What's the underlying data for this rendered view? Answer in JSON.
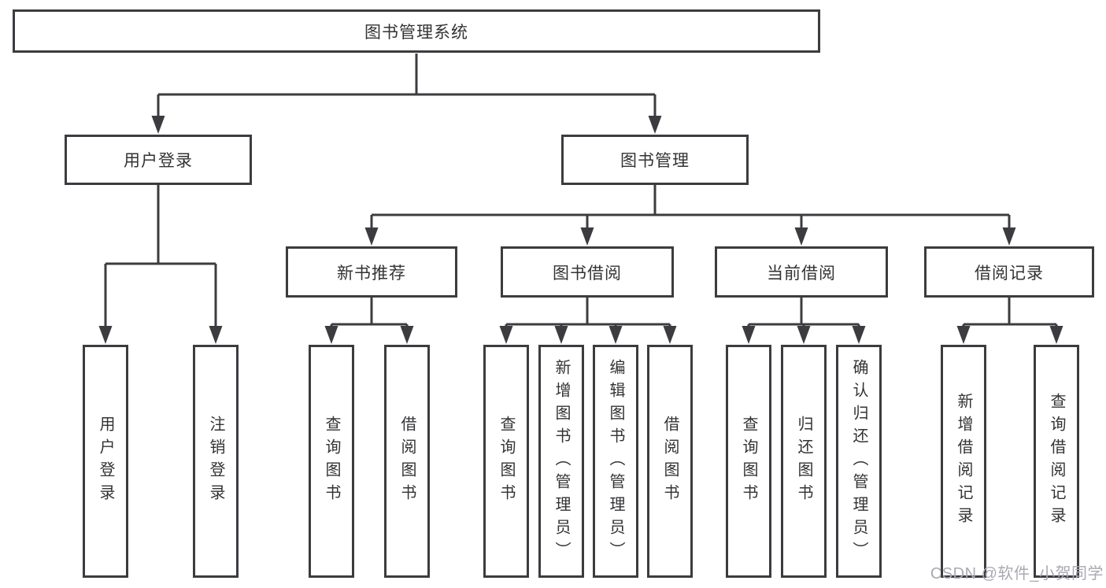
{
  "diagram": {
    "type": "tree",
    "line_color": "#3c3c40",
    "text_color": "#333336",
    "box_background": "#ffffff"
  },
  "nodes": {
    "root": {
      "label": "图书管理系统"
    },
    "user_login": {
      "label": "用户登录"
    },
    "book_mgmt": {
      "label": "图书管理"
    },
    "new_book_rec": {
      "label": "新书推荐"
    },
    "book_borrow": {
      "label": "图书借阅"
    },
    "current_borrow": {
      "label": "当前借阅"
    },
    "borrow_records": {
      "label": "借阅记录"
    },
    "leaf_user_login": {
      "label": "用户登录"
    },
    "leaf_logout": {
      "label": "注销登录"
    },
    "leaf_rec_query": {
      "label": "查询图书"
    },
    "leaf_rec_borrow": {
      "label": "借阅图书"
    },
    "leaf_bb_query": {
      "label": "查询图书"
    },
    "leaf_bb_add": {
      "label": "新增图书（管理员）"
    },
    "leaf_bb_edit": {
      "label": "编辑图书（管理员）"
    },
    "leaf_bb_borrow": {
      "label": "借阅图书"
    },
    "leaf_cb_query": {
      "label": "查询图书"
    },
    "leaf_cb_return": {
      "label": "归还图书"
    },
    "leaf_cb_confirm": {
      "label": "确认归还（管理员）"
    },
    "leaf_br_add": {
      "label": "新增借阅记录"
    },
    "leaf_br_query": {
      "label": "查询借阅记录"
    }
  },
  "hierarchy": {
    "root": [
      "user_login",
      "book_mgmt"
    ],
    "user_login": [
      "leaf_user_login",
      "leaf_logout"
    ],
    "book_mgmt": [
      "new_book_rec",
      "book_borrow",
      "current_borrow",
      "borrow_records"
    ],
    "new_book_rec": [
      "leaf_rec_query",
      "leaf_rec_borrow"
    ],
    "book_borrow": [
      "leaf_bb_query",
      "leaf_bb_add",
      "leaf_bb_edit",
      "leaf_bb_borrow"
    ],
    "current_borrow": [
      "leaf_cb_query",
      "leaf_cb_return",
      "leaf_cb_confirm"
    ],
    "borrow_records": [
      "leaf_br_add",
      "leaf_br_query"
    ]
  },
  "watermark": {
    "text": "CSDN @软件_小贺同学",
    "color": "#a9a9b3"
  }
}
